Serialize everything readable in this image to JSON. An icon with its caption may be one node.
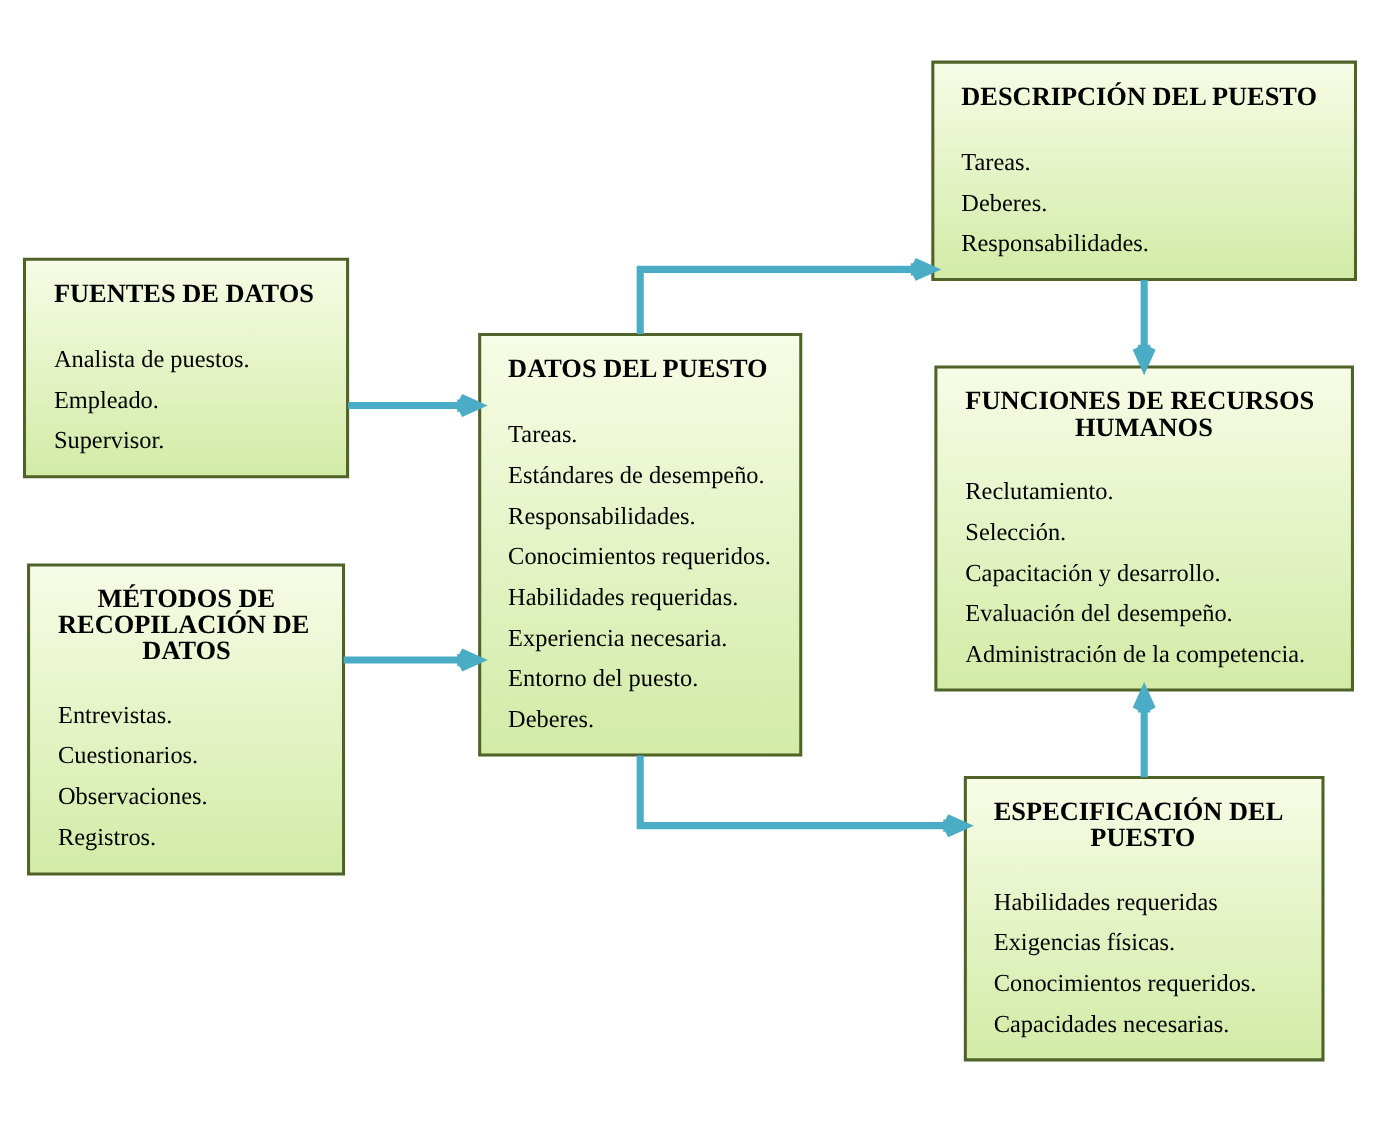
{
  "diagram": {
    "nodes": [
      {
        "text": [
          "FUENTES DE DATOS",
          "Analista de puestos.",
          "Empleado.",
          "Supervisor."
        ]
      },
      {
        "text": [
          "DESCRIPCIÓN DEL PUESTO",
          "Tareas.",
          "Deberes.",
          "Responsabilidades."
        ]
      },
      {
        "text": [
          "DATOS DEL PUESTO",
          "Tareas.",
          "Estándares de desempeño.",
          "Responsabilidades.",
          "Conocimientos requeridos.",
          "Habilidades requeridas.",
          "Experiencia necesaria.",
          "Entorno del puesto.",
          "Deberes."
        ]
      },
      {
        "text": [
          "FUNCIONES DE RECURSOS HUMANOS",
          "Reclutamiento.",
          "Selección.",
          "Capacitación y desarrollo.",
          "Evaluación del desempeño.",
          "Administración de la competencia."
        ]
      },
      {
        "text": [
          "MÉTODOS DE RECOPILACIÓN DE DATOS",
          "Entrevistas.",
          "Cuestionarios.",
          "Observaciones.",
          "Registros."
        ]
      },
      {
        "text": [
          "ESPECIFICACIÓN DEL PUESTO",
          "Habilidades requeridas",
          "Exigencias físicas.",
          "Conocimientos requeridos.",
          "Capacidades necesarias."
        ]
      }
    ],
    "edges": [
      {
        "from": 0,
        "to": 2,
        "arrow": "to"
      },
      {
        "from": 4,
        "to": 2,
        "arrow": "to"
      },
      {
        "from": 2,
        "to": 1,
        "arrow": "to"
      },
      {
        "from": 2,
        "to": 5,
        "arrow": "to"
      },
      {
        "from": 1,
        "to": 3,
        "arrow": "to"
      },
      {
        "from": 5,
        "to": 3,
        "arrow": "to"
      }
    ]
  }
}
